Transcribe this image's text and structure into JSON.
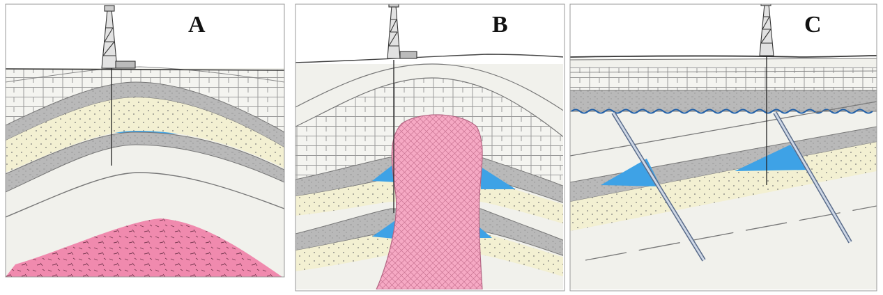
{
  "panels": [
    {
      "letter": "A"
    },
    {
      "letter": "B"
    },
    {
      "letter": "C"
    }
  ],
  "colors": {
    "paper": "#f1f1ec",
    "shale_gray": "#b9b9b9",
    "sandstone_cream": "#f3f0d2",
    "oil_blue": "#3ea2e6",
    "igneous_pink": "#f08aae",
    "salt_pink": "#f6a9c4",
    "line": "#555555"
  },
  "icons": [
    "drilling-rig-icon"
  ]
}
